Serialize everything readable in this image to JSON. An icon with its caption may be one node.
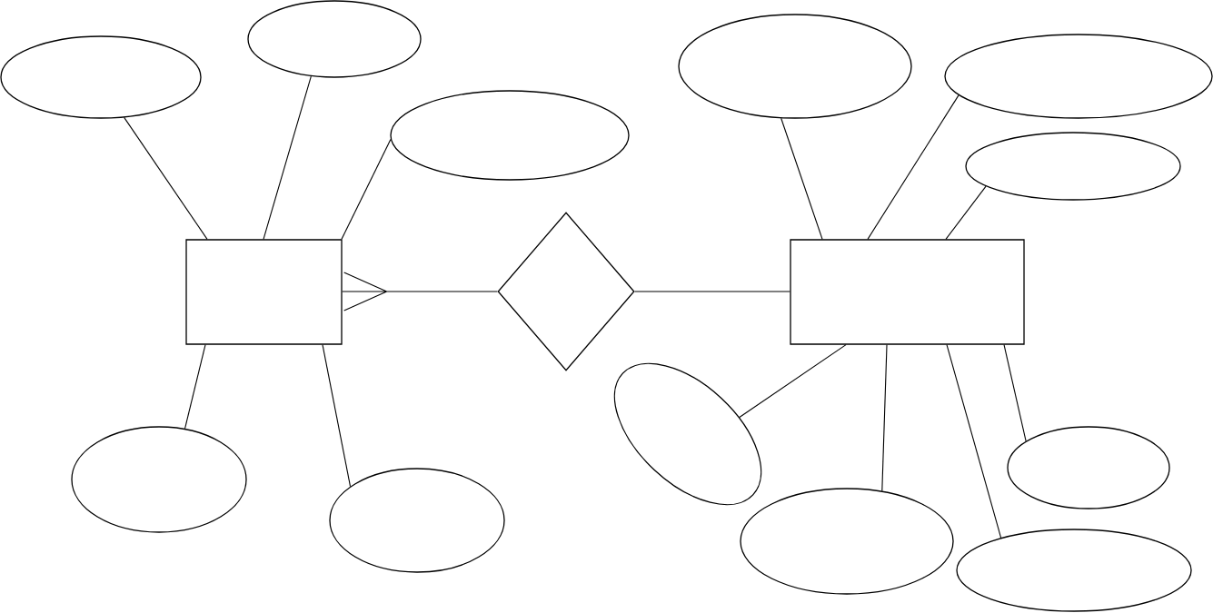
{
  "diagram": {
    "nodes": [
      {
        "text": [],
        "shape": "box"
      },
      {
        "text": [],
        "shape": "diamond"
      },
      {
        "text": [],
        "shape": "box"
      },
      {
        "text": [],
        "shape": "ellipse"
      },
      {
        "text": [],
        "shape": "ellipse"
      },
      {
        "text": [],
        "shape": "ellipse"
      },
      {
        "text": [],
        "shape": "ellipse"
      },
      {
        "text": [],
        "shape": "ellipse"
      },
      {
        "text": [],
        "shape": "ellipse"
      },
      {
        "text": [],
        "shape": "ellipse"
      },
      {
        "text": [],
        "shape": "ellipse"
      },
      {
        "text": [],
        "shape": "ellipse"
      },
      {
        "text": [],
        "shape": "ellipse"
      },
      {
        "text": [],
        "shape": "ellipse"
      },
      {
        "text": [],
        "shape": "ellipse"
      }
    ],
    "edges": [
      {
        "from": 0,
        "to": 1,
        "arrow": "other"
      },
      {
        "from": 1,
        "to": 2,
        "arrow": "none"
      },
      {
        "from": 0,
        "to": 3,
        "arrow": "none"
      },
      {
        "from": 0,
        "to": 4,
        "arrow": "none"
      },
      {
        "from": 0,
        "to": 5,
        "arrow": "none"
      },
      {
        "from": 0,
        "to": 6,
        "arrow": "none"
      },
      {
        "from": 0,
        "to": 7,
        "arrow": "none"
      },
      {
        "from": 2,
        "to": 8,
        "arrow": "none"
      },
      {
        "from": 2,
        "to": 9,
        "arrow": "none"
      },
      {
        "from": 2,
        "to": 10,
        "arrow": "none"
      },
      {
        "from": 2,
        "to": 11,
        "arrow": "none"
      },
      {
        "from": 2,
        "to": 12,
        "arrow": "none"
      },
      {
        "from": 2,
        "to": 13,
        "arrow": "none"
      },
      {
        "from": 2,
        "to": 14,
        "arrow": "none"
      }
    ]
  }
}
